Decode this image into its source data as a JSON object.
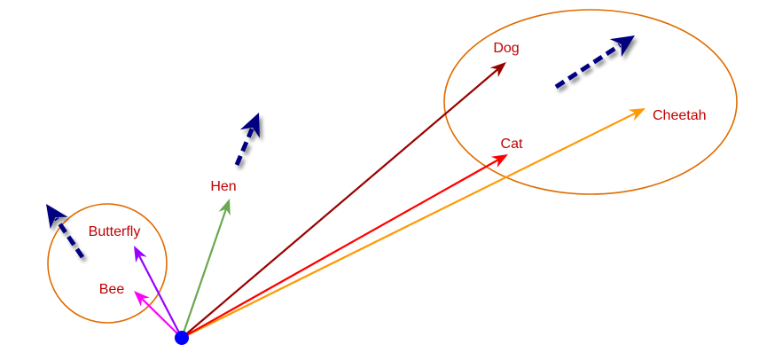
{
  "labels": {
    "dog": "Dog",
    "cheetah": "Cheetah",
    "cat": "Cat",
    "hen": "Hen",
    "butterfly": "Butterfly",
    "bee": "Bee"
  },
  "colors": {
    "label": "#c00000",
    "dog": "#990000",
    "cheetah": "#ff9900",
    "cat": "#ff0000",
    "hen": "#6aa84f",
    "butterfly": "#9900ff",
    "bee": "#ff00ff",
    "origin": "#0000ff",
    "cluster": "#e06c00",
    "direction": "#000080"
  }
}
